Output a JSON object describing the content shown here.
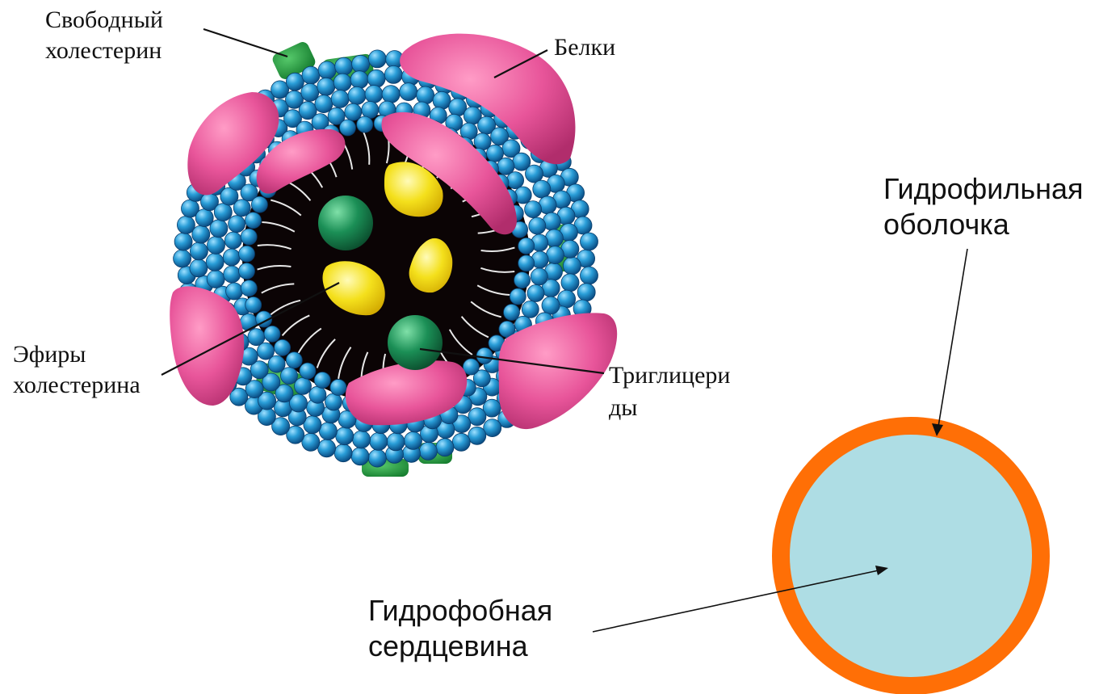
{
  "labels": {
    "free_cholesterol": [
      "Свободный",
      "холестерин"
    ],
    "proteins": [
      "Белки"
    ],
    "cholesterol_esters": [
      "Эфиры",
      "холестерина"
    ],
    "triglycerides": [
      "Триглицери",
      "ды"
    ],
    "hydrophilic_shell": [
      "Гидрофильная",
      "оболочка"
    ],
    "hydrophobic_core": [
      "Гидрофобная",
      "сердцевина"
    ]
  },
  "colors": {
    "phospholipid_head": "#1f8ed0",
    "protein": "#e04f8e",
    "free_cholesterol": "#1e9a3c",
    "core": "#0b0405",
    "cholesterol_ester": "#148a55",
    "triglyceride": "#f1dd1a",
    "shell": "#ff6f06",
    "inner_core": "#aedde4"
  }
}
